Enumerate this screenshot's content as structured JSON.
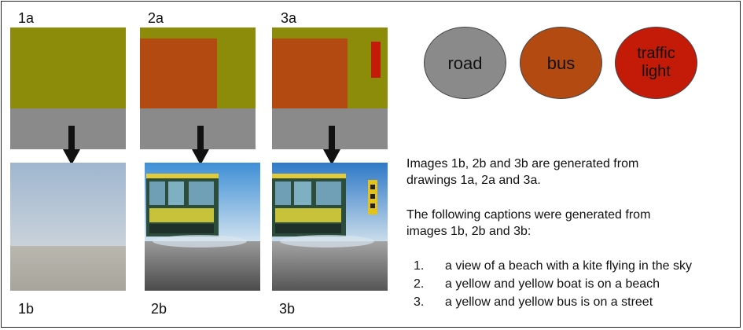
{
  "panels": [
    {
      "top_label": "1a",
      "bottom_label": "1b"
    },
    {
      "top_label": "2a",
      "bottom_label": "2b"
    },
    {
      "top_label": "3a",
      "bottom_label": "3b"
    }
  ],
  "legend": [
    {
      "label": "road",
      "color": "#8a8a8a"
    },
    {
      "label": "bus",
      "color": "#b24a12"
    },
    {
      "label_line1": "traffic",
      "label_line2": "light",
      "color": "#c41a08"
    }
  ],
  "description": {
    "line1": "Images 1b, 2b and 3b are generated from",
    "line2": "drawings 1a, 2a and 3a.",
    "line3": "The following captions were generated from",
    "line4": "images 1b, 2b and 3b:"
  },
  "captions": [
    {
      "num": "1.",
      "text": "a view of a beach with a kite flying in the sky"
    },
    {
      "num": "2.",
      "text": "a yellow and yellow boat is on a beach"
    },
    {
      "num": "3.",
      "text": "a yellow and yellow bus is on a street"
    }
  ]
}
